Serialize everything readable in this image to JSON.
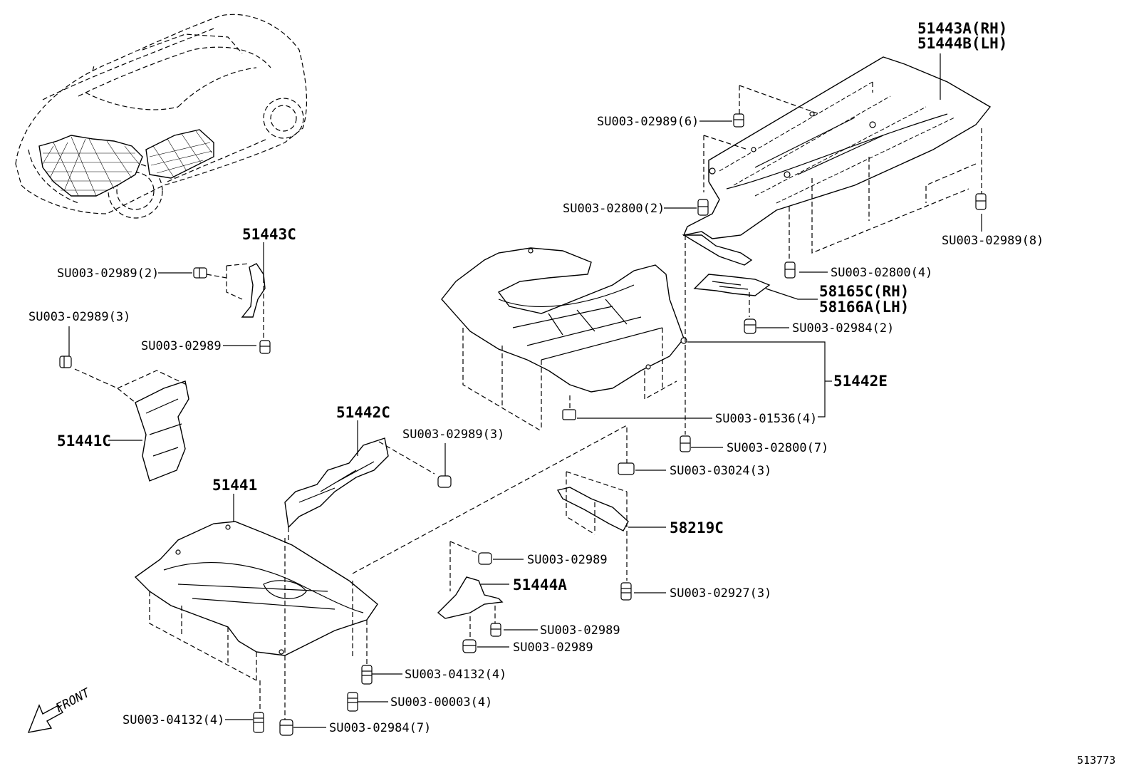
{
  "diagram_id": "513773",
  "front_label": "FRONT",
  "parts": {
    "p51443A": "51443A(RH)",
    "p51444B": "51444B(LH)",
    "p51443C": "51443C",
    "p51441C": "51441C",
    "p51441": "51441",
    "p51442C": "51442C",
    "p51442E": "51442E",
    "p58165C": "58165C(RH)",
    "p58166A": "58166A(LH)",
    "p58219C": "58219C",
    "p51444A": "51444A"
  },
  "fasteners": {
    "f1": "SU003-02989(6)",
    "f2": "SU003-02800(2)",
    "f3": "SU003-02989(8)",
    "f4": "SU003-02800(4)",
    "f5": "SU003-02984(2)",
    "f6": "SU003-01536(4)",
    "f7": "SU003-02800(7)",
    "f8": "SU003-03024(3)",
    "f9": "SU003-02927(3)",
    "f10": "SU003-02989",
    "f11": "SU003-02989",
    "f12": "SU003-02989",
    "f13": "SU003-02989(2)",
    "f14": "SU003-02989(3)",
    "f15": "SU003-02989",
    "f16": "SU003-02989(3)",
    "f17": "SU003-04132(4)",
    "f18": "SU003-00003(4)",
    "f19": "SU003-02984(7)",
    "f20": "SU003-04132(4)"
  }
}
